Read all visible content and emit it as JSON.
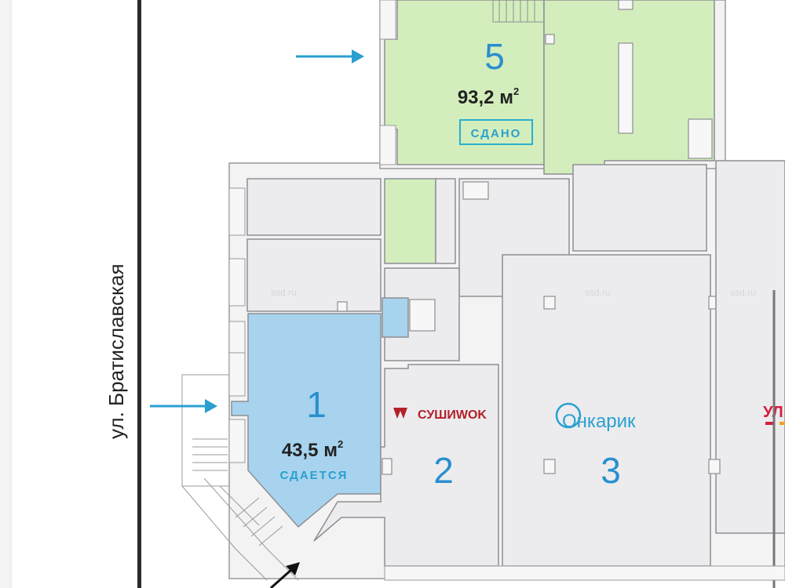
{
  "street": {
    "label": "ул. Братиславская"
  },
  "watermark": "ssd.ru",
  "units": [
    {
      "number": "5",
      "area": "93,2 м",
      "area_sup": "2",
      "status": "СДАНО"
    },
    {
      "number": "1",
      "area": "43,5 м",
      "area_sup": "2",
      "status": "СДАЕТСЯ"
    },
    {
      "number": "2",
      "tenant": "СУШИWOK"
    },
    {
      "number": "3",
      "tenant": "Онкарик"
    },
    {
      "tenant_partial": "УЛ"
    }
  ],
  "colors": {
    "rented": "#d3eebc",
    "available": "#a7d3ee",
    "accent": "#2a8fcf",
    "arrow": "#2a9fd0"
  }
}
